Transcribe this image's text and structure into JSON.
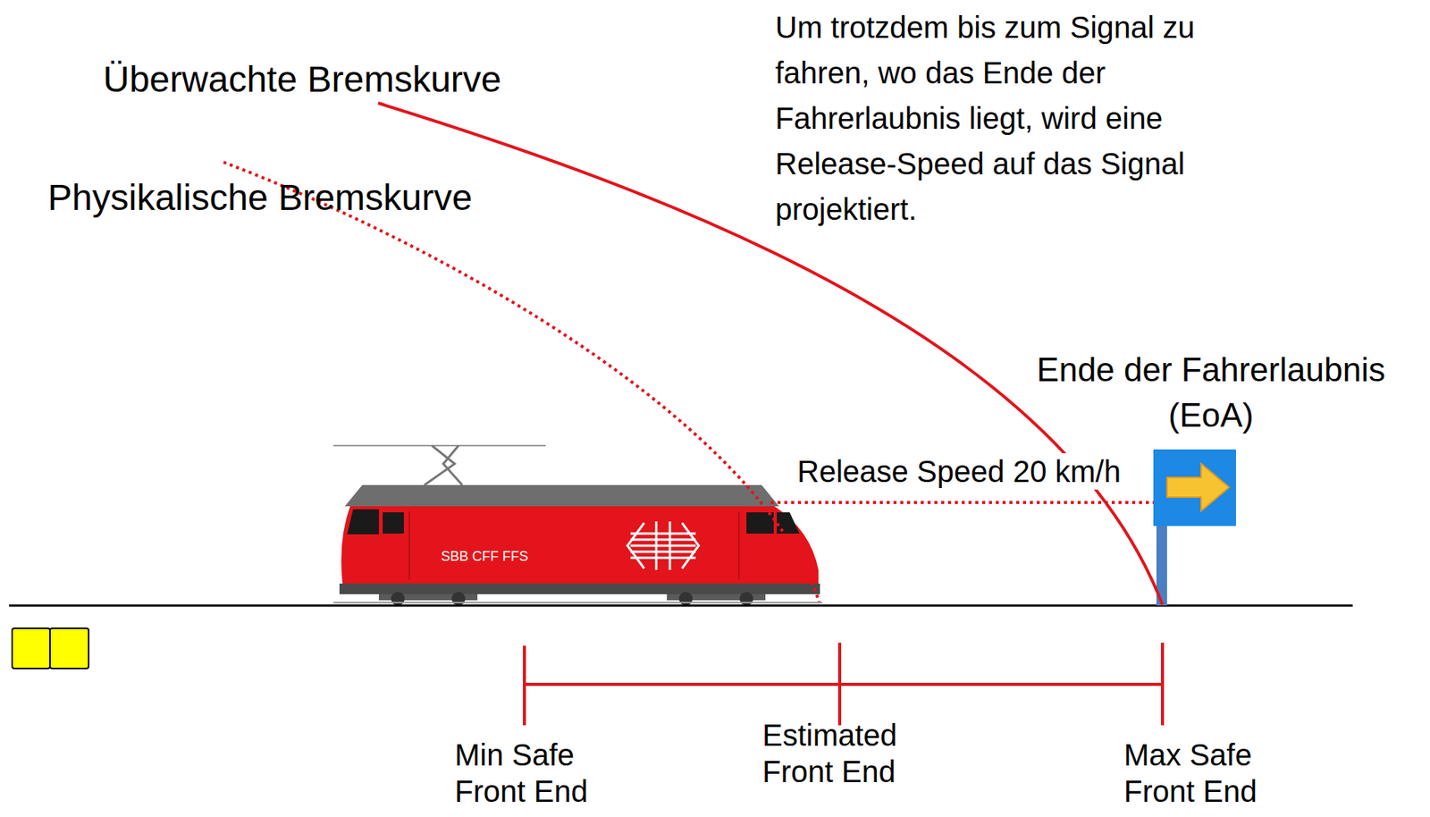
{
  "diagram": {
    "labels": [
      "Überwachte Bremskurve",
      "Physikalische Bremskurve",
      "Um trotzdem bis zum Signal zu fahren, wo das Ende der Fahrerlaubnis liegt, wird eine Release-Speed auf das Signal projektiert.",
      "Ende der Fahrerlaubnis (EoA)",
      "Release Speed 20 km/h",
      "SBB CFF FFS",
      "Min Safe Front End",
      "Estimated Front End",
      "Max Safe Front End"
    ]
  }
}
